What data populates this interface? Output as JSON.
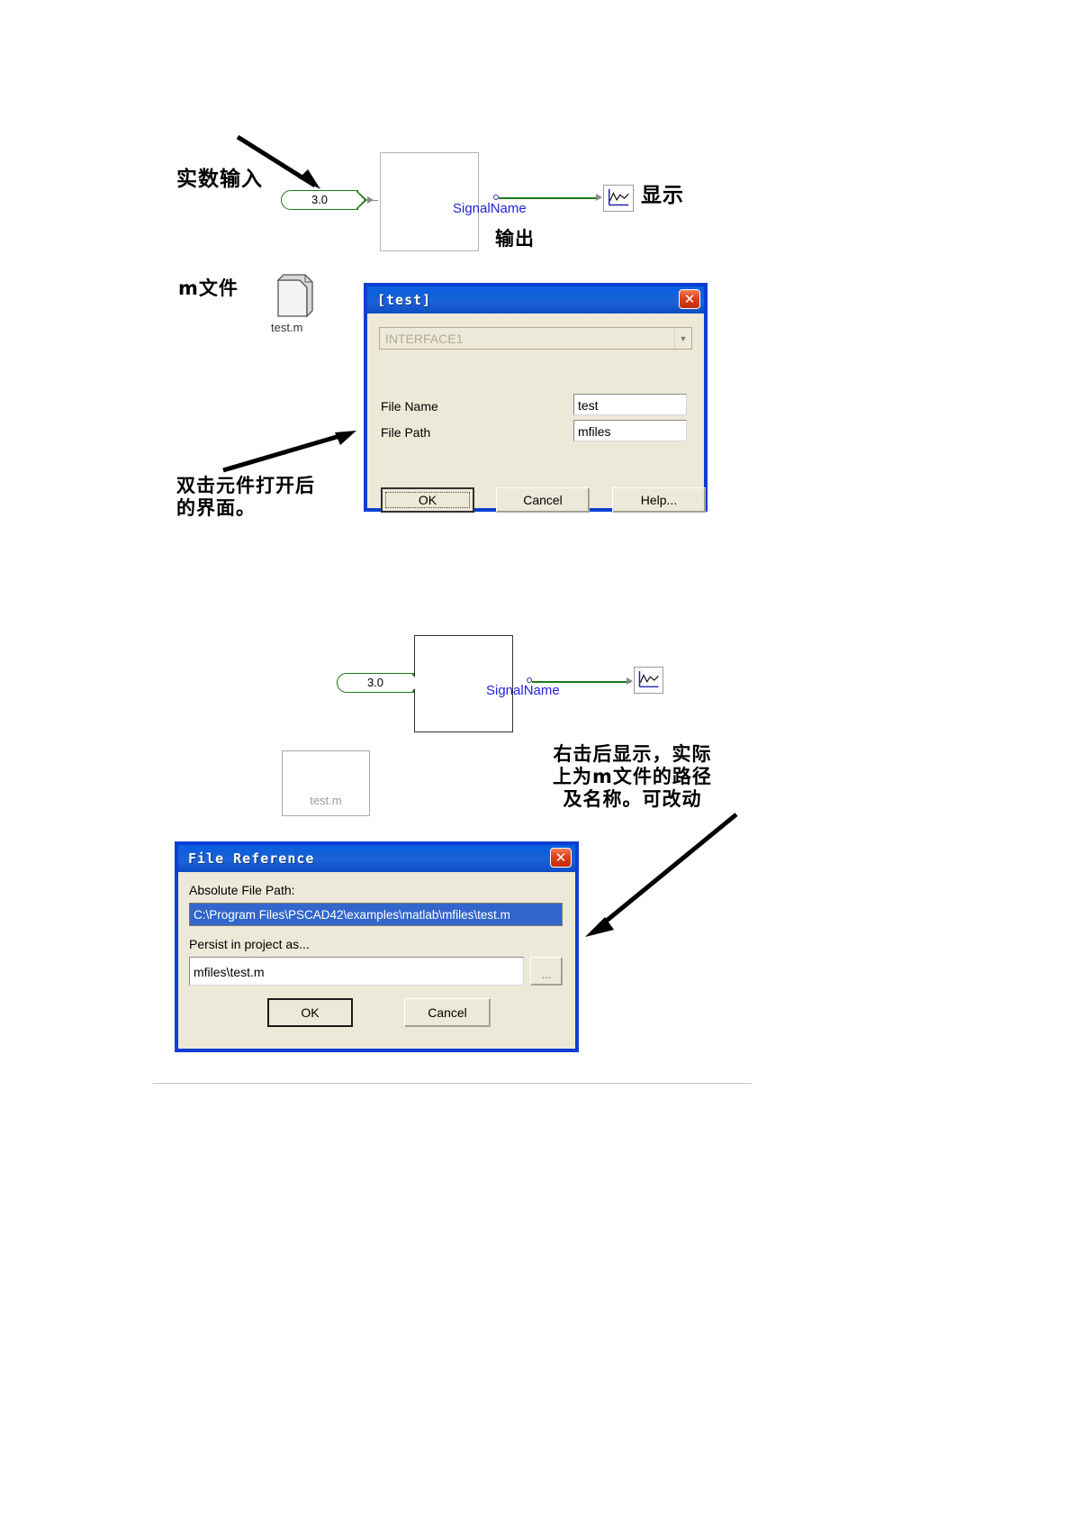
{
  "document": {
    "title": "PSCAD MATLAB interface component illustration"
  },
  "diagram_top": {
    "annotations": {
      "real_input": "实数输入",
      "output": "输出",
      "display": "显示",
      "m_file": "m文件",
      "open_dialog_note": "双击元件打开后\n的界面。"
    },
    "constant_value": "3.0",
    "signal_label": "SignalName",
    "mfile_caption": "test.m"
  },
  "dialog_test": {
    "title": "[test]",
    "close_label": "✕",
    "interface_combo": {
      "value": "INTERFACE1",
      "arrow": "▼"
    },
    "fields": [
      {
        "label": "File Name",
        "value": "test"
      },
      {
        "label": "File Path",
        "value": "mfiles"
      }
    ],
    "buttons": {
      "ok": "OK",
      "cancel": "Cancel",
      "help": "Help..."
    }
  },
  "diagram_bottom": {
    "constant_value": "3.0",
    "signal_label": "SignalName",
    "ghost_caption": "test.m",
    "annotation_right": "右击后显示，实际\n上为m文件的路径\n及名称。可改动"
  },
  "dialog_file_reference": {
    "title": "File Reference",
    "close_label": "✕",
    "absolute_path_label": "Absolute File Path:",
    "absolute_path_value": "C:\\Program Files\\PSCAD42\\examples\\matlab\\mfiles\\test.m",
    "persist_label": "Persist in project as...",
    "persist_value": "mfiles\\test.m",
    "browse_label": "...",
    "buttons": {
      "ok": "OK",
      "cancel": "Cancel"
    }
  },
  "colors": {
    "title_blue": "#0b3fd4",
    "dialog_face": "#ece9d8",
    "signal_blue": "#2222dd",
    "wire_green": "#1a7a1a",
    "selection_blue": "#3366cc"
  }
}
